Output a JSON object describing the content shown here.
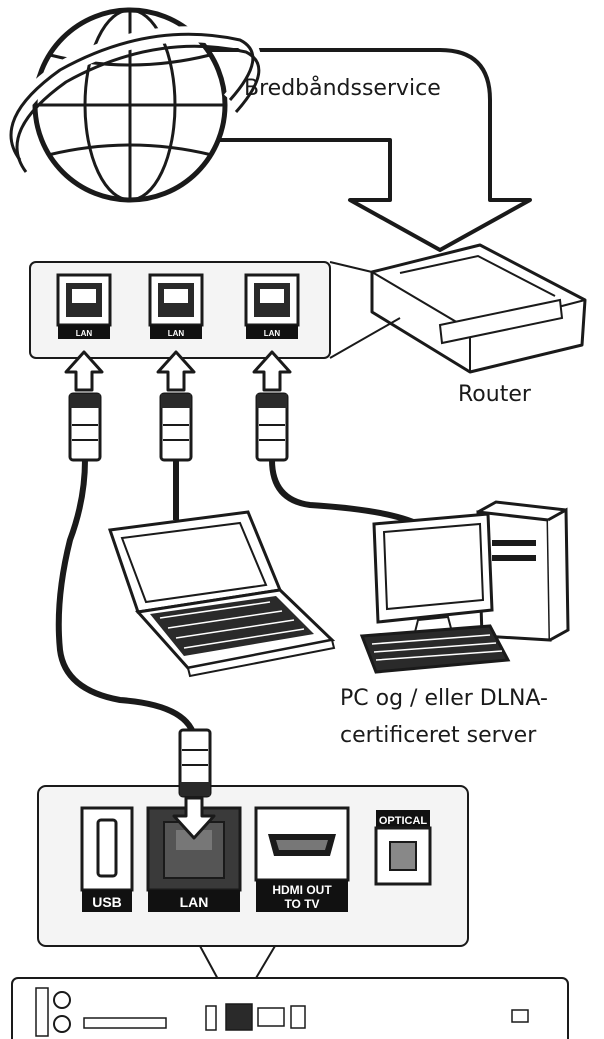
{
  "labels": {
    "broadband": "Bredbåndsservice",
    "router": "Router",
    "pc_line1": "PC og / eller DLNA-",
    "pc_line2": "certificeret server"
  },
  "router_ports": [
    "LAN",
    "LAN",
    "LAN"
  ],
  "player_ports": {
    "usb": "USB",
    "lan": "LAN",
    "hdmi_line1": "HDMI OUT",
    "hdmi_line2": "TO TV",
    "optical": "OPTICAL"
  },
  "colors": {
    "line": "#1a1a1a",
    "panel": "#f4f4f4",
    "port_dark": "#2a2a2a",
    "label_bg": "#111111"
  }
}
